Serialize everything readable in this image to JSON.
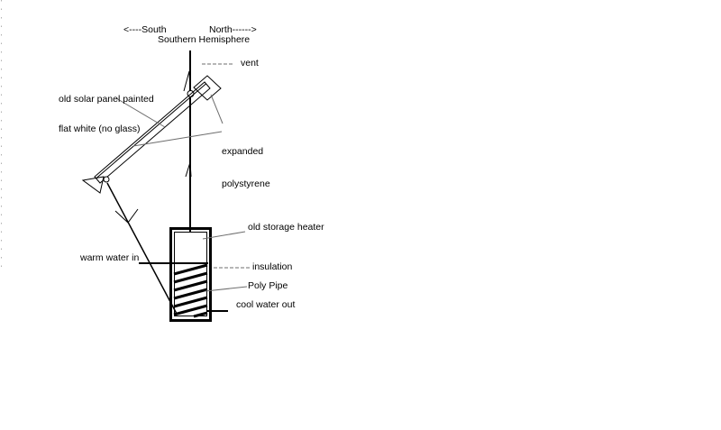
{
  "compass": {
    "south": "<----South",
    "north": "North------>",
    "hemisphere": "Southern Hemisphere"
  },
  "labels": {
    "vent": "vent",
    "solar_panel_line1": "old solar panel painted",
    "solar_panel_line2": "flat white (no glass)",
    "polystyrene_line1": "expanded",
    "polystyrene_line2": "polystyrene",
    "storage_heater": "old storage heater",
    "warm_water_in": "warm water in",
    "insulation": "insulation",
    "poly_pipe": "Poly Pipe",
    "cool_water_out": "cool water out"
  },
  "colors": {
    "background": "#ffffff",
    "ink": "#000000",
    "leader_line": "#6e6e6e",
    "edge_dots": "#b0b0b0"
  }
}
